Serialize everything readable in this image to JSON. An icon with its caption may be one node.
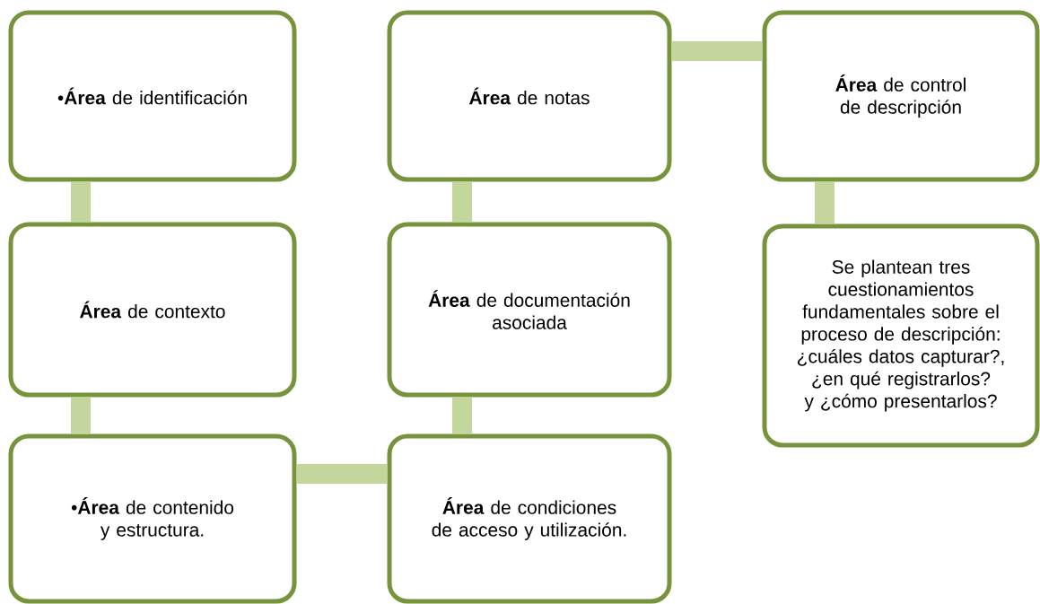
{
  "diagram": {
    "nodes": [
      {
        "text": [
          "•**Área** de identificación"
        ]
      },
      {
        "text": [
          "**Área**  de contexto"
        ]
      },
      {
        "text": [
          "•**Área** de contenido y estructura."
        ]
      },
      {
        "text": [
          "**Área** de notas"
        ]
      },
      {
        "text": [
          "**Área** de documentación asociada"
        ]
      },
      {
        "text": [
          "**Área** de condiciones de acceso y utilización."
        ]
      },
      {
        "text": [
          "**Área** de control de descripción"
        ]
      },
      {
        "text": [
          "Se plantean tres cuestionamientos fundamentales sobre el proceso de descripción: ¿cuáles datos capturar?, ¿en qué registrarlos? y ¿cómo presentarlos?"
        ]
      }
    ],
    "edges": [
      {
        "from": 0,
        "to": 1,
        "arrow": "none"
      },
      {
        "from": 1,
        "to": 2,
        "arrow": "none"
      },
      {
        "from": 2,
        "to": 5,
        "arrow": "none"
      },
      {
        "from": 5,
        "to": 4,
        "arrow": "none"
      },
      {
        "from": 4,
        "to": 3,
        "arrow": "none"
      },
      {
        "from": 3,
        "to": 6,
        "arrow": "none"
      },
      {
        "from": 6,
        "to": 7,
        "arrow": "none"
      }
    ]
  }
}
